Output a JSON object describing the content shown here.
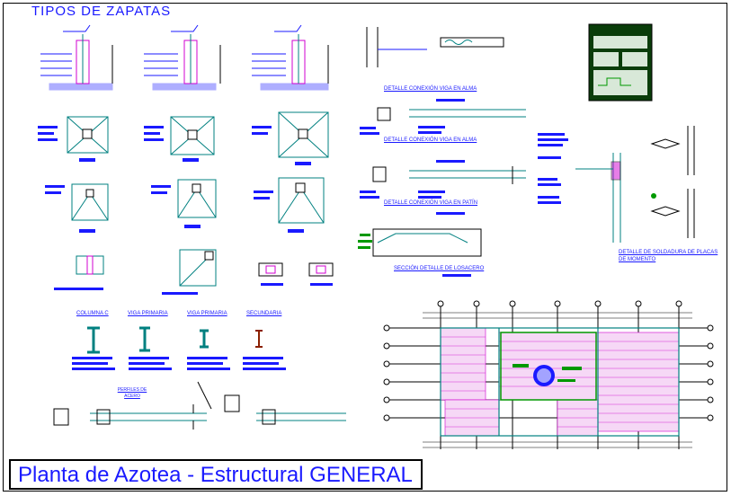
{
  "sheet": {
    "header_title": "TIPOS DE ZAPATAS",
    "plan_title": "Planta de Azotea - Estructural GENERAL"
  },
  "details": {
    "conexion_alma_1": "DETALLE CONEXIÓN VIGA EN ALMA",
    "conexion_alma_2": "DETALLE CONEXIÓN VIGA EN ALMA",
    "conexion_patin": "DETALLE CONEXIÓN VIGA EN PATÍN",
    "losacero": "SECCIÓN DETALLE DE LOSACERO",
    "placas": "DETALLE DE SOLDADURA DE PLACAS DE MOMENTO",
    "perfiles": "PERFILES DE ACERO"
  },
  "profiles": {
    "columna": "COLUMNA C",
    "viga_primaria_1": "VIGA PRIMARIA",
    "viga_primaria_2": "VIGA PRIMARIA",
    "secundaria": "SECUNDARIA"
  },
  "colors": {
    "blue": "#1a1aff",
    "cyan": "#008080",
    "magenta": "#d000d0",
    "green": "#009900",
    "black": "#000000"
  }
}
